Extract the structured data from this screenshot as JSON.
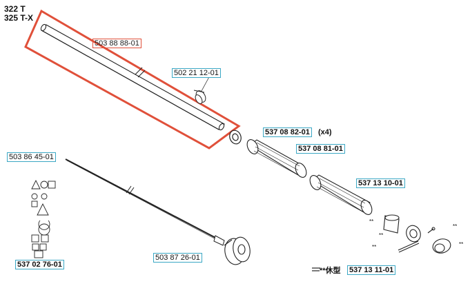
{
  "models": [
    "322 T",
    "325 T-X"
  ],
  "parts": {
    "tube": "503 88 88-01",
    "clip": "502 21 12-01",
    "screw_set": "537 08 82-01",
    "grip_front": "537 08 81-01",
    "grip_rear": "537 13 10-01",
    "drive_shaft": "503 86 45-01",
    "clutch_drum": "503 87 26-01",
    "decal_kit": "537 02 76-01",
    "kit": "537 13 11-01"
  },
  "quantity_note": "(x4)",
  "legend_label": "—**休型",
  "marks": [
    "**",
    "**",
    "**",
    "**",
    "**"
  ],
  "highlight_color": "#e0503a",
  "label_box_color": "#3aa7c4"
}
